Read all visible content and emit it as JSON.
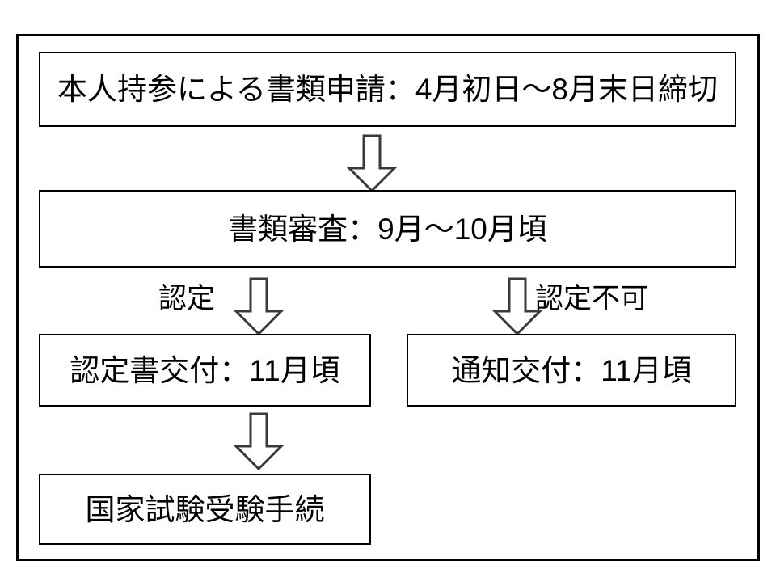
{
  "diagram": {
    "title": "",
    "colors": {
      "frame": "#000000",
      "box_border": "#000000",
      "box_fill": "#ffffff",
      "text": "#000000",
      "arrow_stroke": "#3a3a3a",
      "arrow_fill": "#ffffff",
      "background": "#ffffff"
    },
    "nodes": [
      {
        "id": "application",
        "label": "本人持参による書類申請：4月初日〜8月末日締切",
        "row": 1
      },
      {
        "id": "review",
        "label": "書類審査：9月〜10月頃",
        "row": 2
      },
      {
        "id": "certificate",
        "label": "認定書交付：11月頃",
        "row": 3
      },
      {
        "id": "notice",
        "label": "通知交付：11月頃",
        "row": 3
      },
      {
        "id": "exam",
        "label": "国家試験受験手続",
        "row": 4
      }
    ],
    "edges": [
      {
        "id": "app-to-review",
        "from": "application",
        "to": "review",
        "label": "",
        "icon": "down-arrow-icon"
      },
      {
        "id": "review-approved",
        "from": "review",
        "to": "certificate",
        "label": "認定",
        "icon": "down-arrow-icon"
      },
      {
        "id": "review-rejected",
        "from": "review",
        "to": "notice",
        "label": "認定不可",
        "icon": "down-arrow-icon"
      },
      {
        "id": "cert-to-exam",
        "from": "certificate",
        "to": "exam",
        "label": "",
        "icon": "down-arrow-icon"
      }
    ]
  }
}
